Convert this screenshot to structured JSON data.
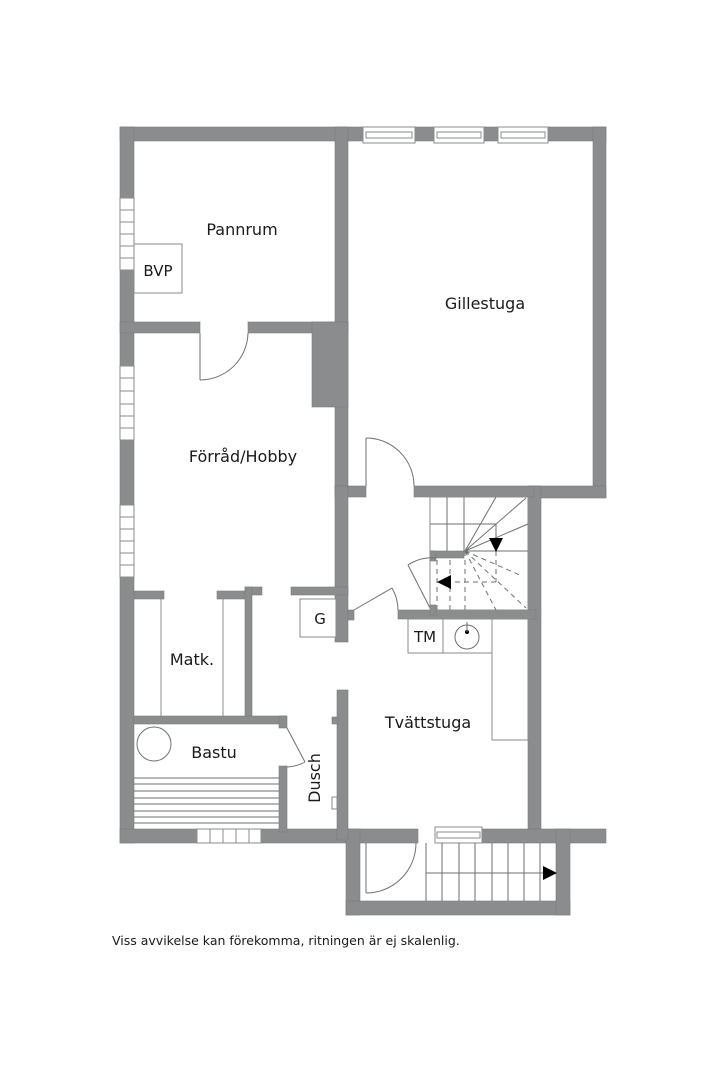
{
  "floorplan": {
    "rooms": {
      "pannrum": "Pannrum",
      "gillestuga": "Gillestuga",
      "forrad_hobby": "Förråd/Hobby",
      "matk": "Matk.",
      "bastu": "Bastu",
      "dusch": "Dusch",
      "tvattstuga": "Tvättstuga"
    },
    "fixtures": {
      "bvp": "BVP",
      "g": "G",
      "tm": "TM"
    },
    "colors": {
      "wall": "#8a8c8e",
      "background": "#ffffff",
      "text": "#1a1a1a"
    }
  },
  "footer": {
    "disclaimer": "Viss avvikelse kan förekomma, ritningen är ej skalenlig."
  }
}
